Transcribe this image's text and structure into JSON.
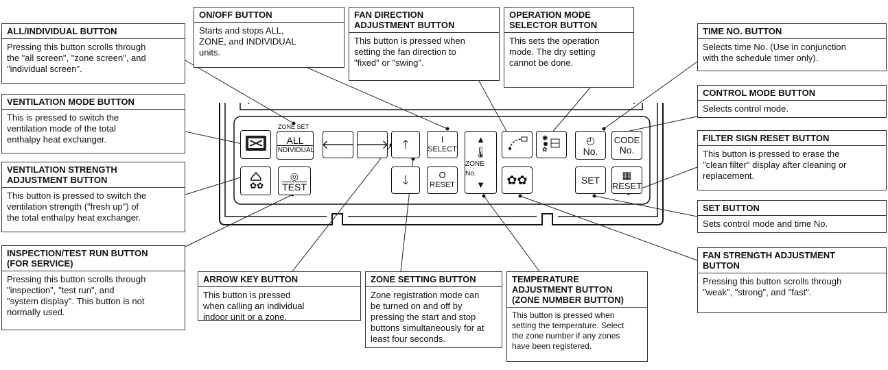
{
  "callouts": {
    "all_individual": {
      "title": "ALL/INDIVIDUAL BUTTON",
      "text": "Pressing this button scrolls through\nthe \"all screen\", \"zone screen\", and\n\"individual screen\"."
    },
    "ventilation_mode": {
      "title": "VENTILATION MODE BUTTON",
      "text": "This is pressed to switch the\nventilation mode of the total\nenthalpy heat exchanger."
    },
    "ventilation_strength": {
      "title": "VENTILATION STRENGTH\nADJUSTMENT BUTTON",
      "text": "This button is pressed to switch the\nventilation strength (\"fresh up\") of\nthe total enthalpy heat exchanger."
    },
    "inspection": {
      "title": "INSPECTION/TEST RUN BUTTON\n(FOR SERVICE)",
      "text": "Pressing this button scrolls through\n\"inspection\", \"test run\", and\n\"system display\". This button is not\nnormally used."
    },
    "on_off": {
      "title": "ON/OFF BUTTON",
      "text": "Starts and stops ALL,\nZONE, and INDIVIDUAL\nunits."
    },
    "fan_direction": {
      "title": "FAN DIRECTION\nADJUSTMENT BUTTON",
      "text": "This button is pressed when\nsetting the fan direction to\n\"fixed\" or \"swing\"."
    },
    "operation_mode": {
      "title": "OPERATION MODE\nSELECTOR BUTTON",
      "text": "This sets the operation\nmode. The dry setting\ncannot be done."
    },
    "time_no": {
      "title": "TIME NO. BUTTON",
      "text": "Selects time No. (Use in conjunction\nwith the schedule timer only)."
    },
    "control_mode": {
      "title": "CONTROL MODE BUTTON",
      "text": "Selects control mode."
    },
    "filter_sign": {
      "title": "FILTER SIGN RESET BUTTON",
      "text": "This button is pressed to erase the\n\"clean filter\" display after cleaning or\nreplacement."
    },
    "set": {
      "title": "SET BUTTON",
      "text": "Sets control mode and time No."
    },
    "fan_strength": {
      "title": "FAN STRENGTH ADJUSTMENT\nBUTTON",
      "text": "Pressing this button scrolls through\n\"weak\", \"strong\", and \"fast\"."
    },
    "arrow_key": {
      "title": "ARROW KEY BUTTON",
      "text": "This button is pressed\nwhen calling an individual\nindoor unit or a zone."
    },
    "zone_setting": {
      "title": "ZONE SETTING BUTTON",
      "text": "Zone registration mode can\nbe turned on and off by\npressing the start and stop\nbuttons simultaneously for at\nleast four seconds."
    },
    "temperature": {
      "title": "TEMPERATURE\nADJUSTMENT BUTTON\n(ZONE NUMBER BUTTON)",
      "text": "This button is pressed when\nsetting the temperature. Select\nthe zone number if any zones\nhave been registered."
    }
  },
  "panel": {
    "zone_set": "ZONE SET",
    "all": "ALL",
    "individual": "INDIVIDUAL",
    "test": "TEST",
    "select": "SELECT",
    "select_mark": "I",
    "reset": "RESET",
    "reset_mark": "O",
    "zone_no": "ZONE No.",
    "no": "No.",
    "code": "CODE",
    "code_no": "No.",
    "set": "SET",
    "filter_reset": "RESET"
  },
  "icons": {
    "left": "left-arrow-icon",
    "right": "right-arrow-icon",
    "up": "up-arrow-icon",
    "down": "down-arrow-icon",
    "clock": "clock-icon",
    "fan": "fan-icon",
    "thermometer": "thermometer-icon",
    "filter": "filter-grid-icon",
    "vent_mode": "ventilation-mode-icon",
    "vent_strength": "ventilation-strength-icon",
    "test": "eye-icon",
    "fan_direction": "fan-direction-icon",
    "operation": "operation-mode-icon"
  }
}
